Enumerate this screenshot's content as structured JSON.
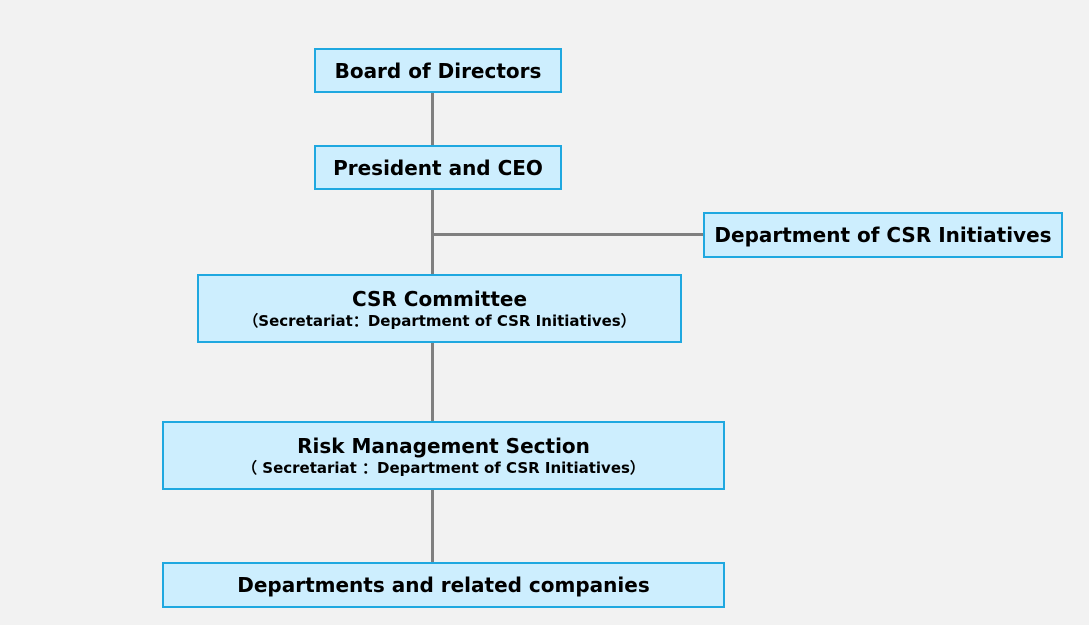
{
  "org_chart": {
    "board": {
      "title": "Board of Directors"
    },
    "ceo": {
      "title": "President and CEO"
    },
    "csr_department": {
      "title": "Department of CSR Initiatives"
    },
    "csr_committee": {
      "title": "CSR Committee",
      "subtitle": "（Secretariat：Department of CSR Initiatives）"
    },
    "risk_management": {
      "title": "Risk Management Section",
      "subtitle": "（ Secretariat ：Department of CSR Initiatives）"
    },
    "departments": {
      "title": "Departments and related companies"
    }
  },
  "colors": {
    "background": "#f2f2f2",
    "box_fill": "#cdeefe",
    "box_border": "#1fa8e0",
    "connector": "#7f7f7f"
  }
}
